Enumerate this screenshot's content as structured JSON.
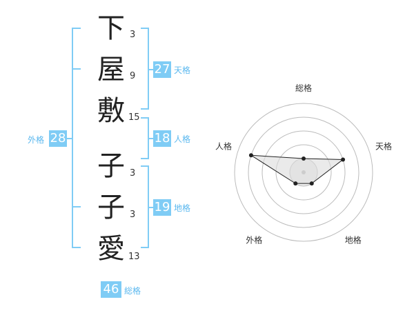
{
  "name": {
    "chars": [
      {
        "char": "下",
        "strokes": "3"
      },
      {
        "char": "屋",
        "strokes": "9"
      },
      {
        "char": "敷",
        "strokes": "15"
      },
      {
        "char": "子",
        "strokes": "3"
      },
      {
        "char": "子",
        "strokes": "3"
      },
      {
        "char": "愛",
        "strokes": "13"
      }
    ]
  },
  "fortunes": {
    "tenkaku": {
      "value": "27",
      "label": "天格"
    },
    "jinkaku": {
      "value": "18",
      "label": "人格"
    },
    "chikaku": {
      "value": "19",
      "label": "地格"
    },
    "gaikaku": {
      "value": "28",
      "label": "外格"
    },
    "soukaku": {
      "value": "46",
      "label": "総格"
    }
  },
  "chart_data": {
    "type": "radar",
    "axes": [
      "総格",
      "天格",
      "地格",
      "外格",
      "人格"
    ],
    "values": [
      1,
      3,
      1,
      1,
      4
    ],
    "max": 5,
    "colors": {
      "brand": "#7fccf5",
      "grid": "#bbbbbb",
      "fill": "#e6e6e6",
      "line": "#222222"
    }
  }
}
